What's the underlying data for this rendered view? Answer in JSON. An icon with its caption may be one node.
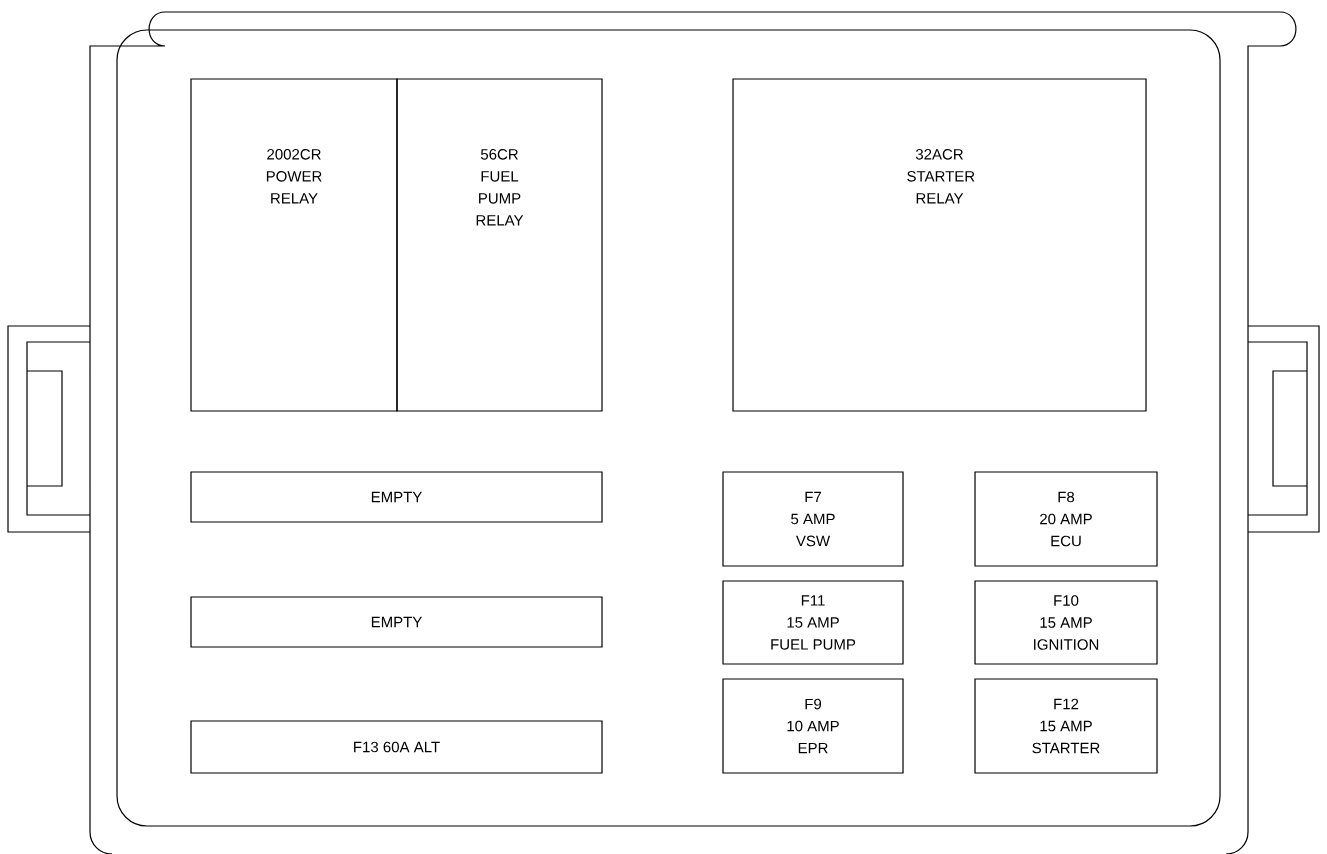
{
  "diagram": {
    "nodes": [
      {
        "text": [
          "2002CR",
          "POWER RELAY"
        ]
      },
      {
        "text": [
          "56CR",
          "FUEL PUMP RELAY"
        ]
      },
      {
        "text": [
          "32ACR",
          "STARTER RELAY"
        ]
      },
      {
        "text": [
          "EMPTY"
        ]
      },
      {
        "text": [
          "F7",
          "5 AMP",
          "VSW"
        ]
      },
      {
        "text": [
          "F8",
          "20 AMP",
          "ECU"
        ]
      },
      {
        "text": [
          "EMPTY"
        ]
      },
      {
        "text": [
          "F11",
          "15 AMP",
          "FUEL PUMP"
        ]
      },
      {
        "text": [
          "F10",
          "15 AMP",
          "IGNITION"
        ]
      },
      {
        "text": [
          "F13 60A ALT"
        ]
      },
      {
        "text": [
          "F9",
          "10 AMP",
          "EPR"
        ]
      },
      {
        "text": [
          "F12",
          "15 AMP",
          "STARTER"
        ]
      }
    ]
  }
}
